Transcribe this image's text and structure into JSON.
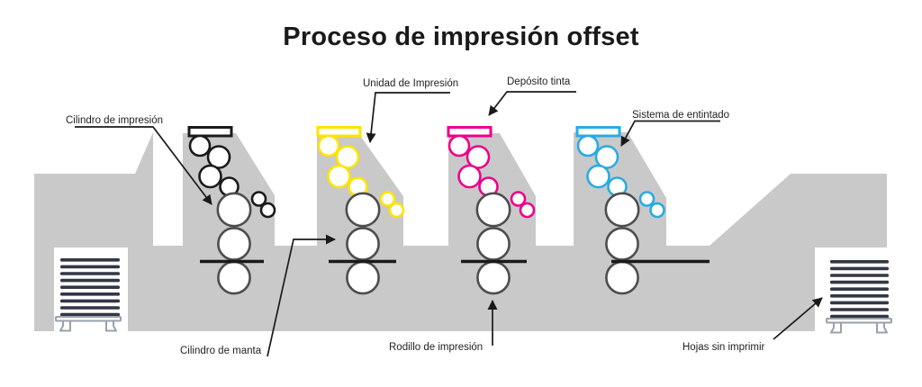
{
  "title": "Proceso de impresión offset",
  "labels": {
    "cilindro_impresion": "Cilindro de impresión",
    "unidad_impresion": "Unidad de Impresión",
    "deposito_tinta": "Depósito tinta",
    "sistema_entintado": "Sistema de entintado",
    "cilindro_manta": "Cilindro de manta",
    "rodillo_impresion": "Rodillo de impresión",
    "hojas_sin_imprimir": "Hojas sin imprimir"
  },
  "units": [
    {
      "name": "black",
      "color": "#1A1A1A"
    },
    {
      "name": "yellow",
      "color": "#FFE400"
    },
    {
      "name": "magenta",
      "color": "#EC008C"
    },
    {
      "name": "cyan",
      "color": "#29ABE2"
    }
  ],
  "colors": {
    "machine_body": "#C9C9C9",
    "cylinder_outline": "#4D4D4D",
    "ink_black": "#1A1A1A",
    "paper_sheets": "#333645",
    "label_text": "#222222",
    "pallet_outline": "#9AA0AC"
  },
  "paper_stacks": {
    "left_sheets": 9,
    "right_sheets": 9
  }
}
